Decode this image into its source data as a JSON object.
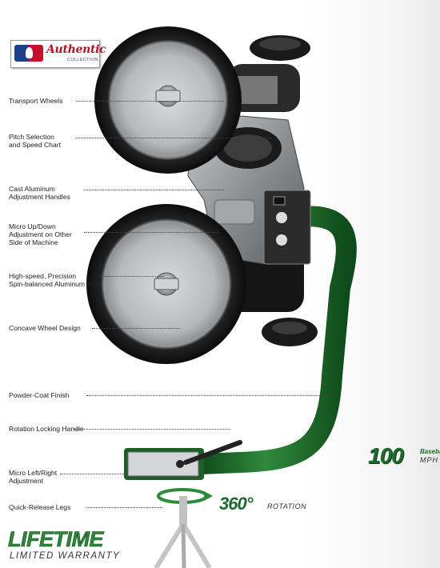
{
  "logo": {
    "script_text": "Authentic",
    "sub_text": "COLLECTION"
  },
  "callouts": [
    {
      "key": "transport",
      "lines": [
        "Transport Wheels"
      ]
    },
    {
      "key": "pitch",
      "lines": [
        "Pitch Selection",
        "and Speed Chart"
      ]
    },
    {
      "key": "cast",
      "lines": [
        "Cast Aluminum",
        "Adjustment Handles"
      ]
    },
    {
      "key": "micro_ud",
      "lines": [
        "Micro Up/Down",
        "Adjustment on Other",
        "Side of Machine"
      ]
    },
    {
      "key": "hub",
      "lines": [
        "High-speed, Precision",
        "Spin-balanced Aluminum Hub"
      ]
    },
    {
      "key": "concave",
      "lines": [
        "Concave Wheel Design"
      ]
    },
    {
      "key": "powder",
      "lines": [
        "Powder-Coat Finish"
      ]
    },
    {
      "key": "rotation_lock",
      "lines": [
        "Rotation Locking Handle"
      ]
    },
    {
      "key": "micro_lr",
      "lines": [
        "Micro Left/Right",
        "Adjustment"
      ]
    },
    {
      "key": "legs",
      "lines": [
        "Quick-Release Legs"
      ]
    }
  ],
  "badges": {
    "speed_number": "100",
    "speed_top": "Baseball",
    "speed_unit": "MPH",
    "rotation_number": "360°",
    "rotation_word": "ROTATION",
    "lifetime": "LIFETIME",
    "warranty": "LIMITED WARRANTY"
  },
  "colors": {
    "brand_green": "#1d6b2e",
    "arm_green": "#1f6a2a",
    "mlb_blue": "#1f3f8c",
    "mlb_red": "#c8102e"
  }
}
